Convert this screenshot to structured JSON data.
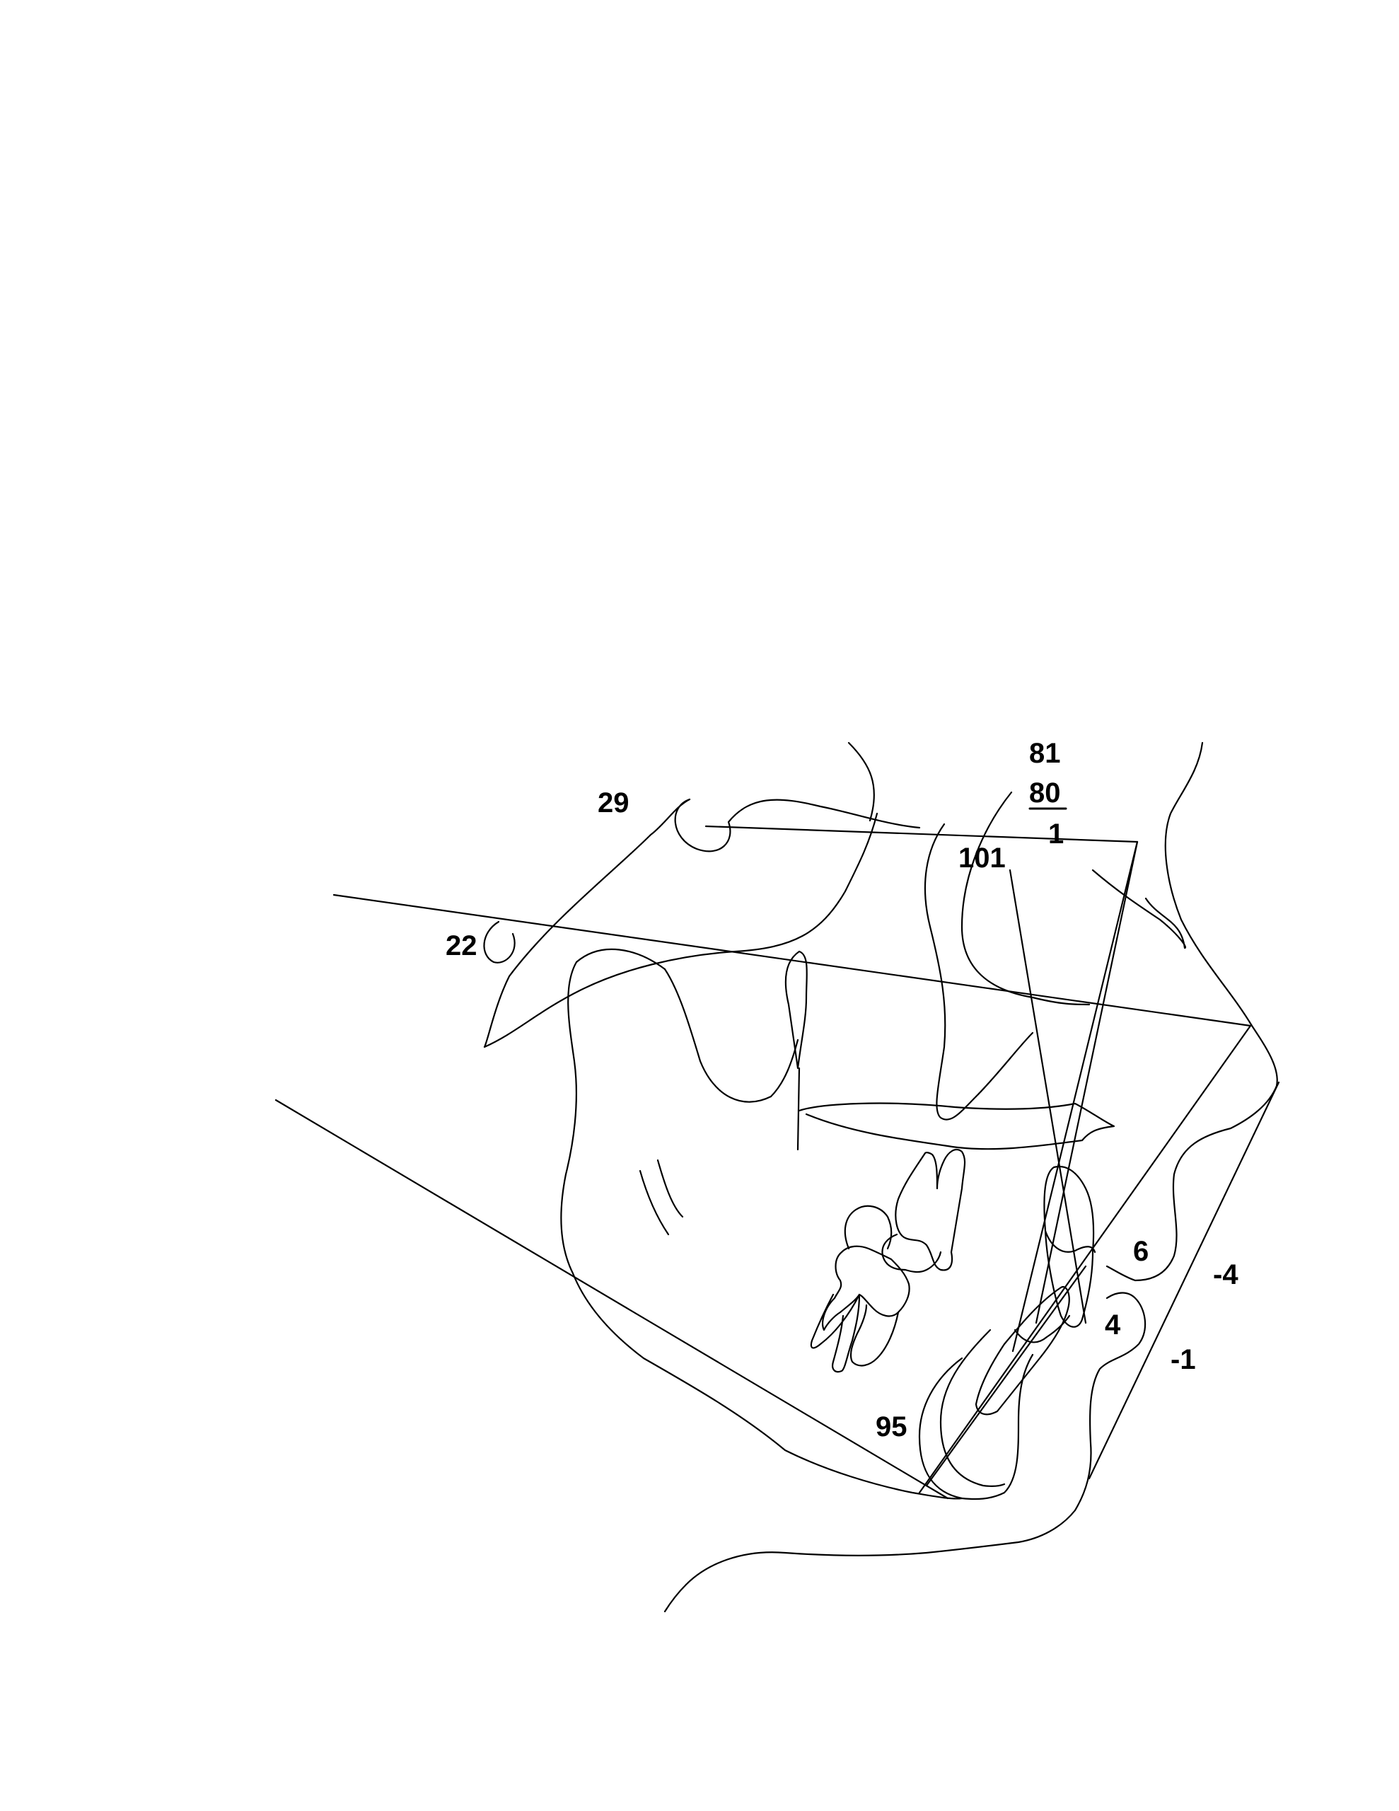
{
  "colors": {
    "background": "#ffffff",
    "stroke": "#000000",
    "label": "#000000"
  },
  "measurements": {
    "sna": "81",
    "snb": "80",
    "anb": "1",
    "interincisal": "101",
    "sn_gonion_gnathion": "29",
    "fh_mandibular_plane": "22",
    "lower_incisor_mandibular_plane": "95",
    "upper_lip": "6",
    "lower_lip": "4",
    "upper_lip_e_line": "-4",
    "lower_lip_e_line": "-1"
  }
}
